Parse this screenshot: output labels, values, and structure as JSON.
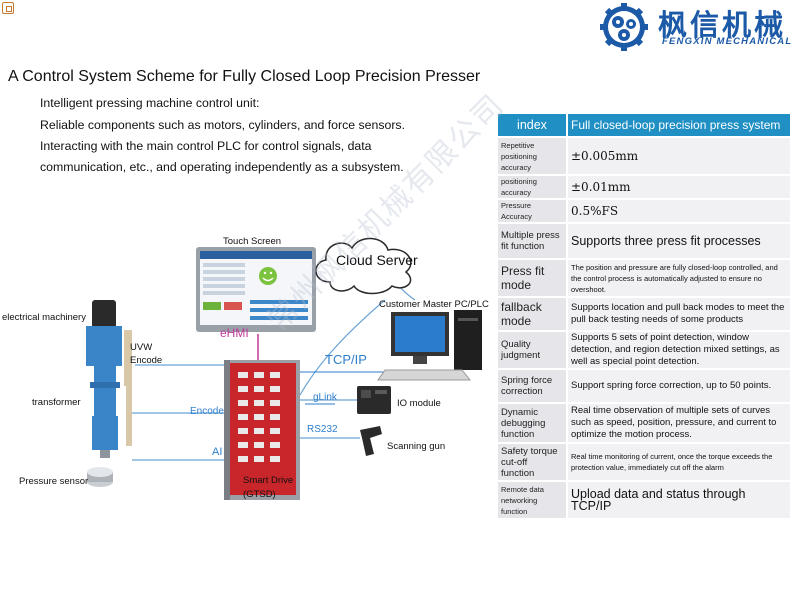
{
  "brand": {
    "name_cn": "枫信机械",
    "name_en": "FENGXIN MECHANICAL"
  },
  "title": "A Control System Scheme for Fully Closed Loop Precision Presser",
  "intro": [
    "Intelligent pressing machine control unit:",
    "Reliable components such as motors, cylinders, and force sensors.",
    "Interacting with the main control PLC for control signals, data",
    "communication, etc., and operating independently as a subsystem."
  ],
  "table": {
    "header": {
      "key": "index",
      "value": "Full closed-loop precision press system"
    },
    "rows": [
      {
        "key": "Repetitive positioning accuracy",
        "value": "±0.005mm"
      },
      {
        "key": "positioning accuracy",
        "value": "±0.01mm"
      },
      {
        "key": "Pressure Accuracy",
        "value": "0.5%FS"
      },
      {
        "key": "Multiple press fit function",
        "value": "Supports three press fit processes"
      },
      {
        "key": "Press fit mode",
        "value": "The position and pressure are fully closed-loop controlled, and the control process is automatically adjusted to ensure no overshoot."
      },
      {
        "key": "fallback mode",
        "value": "Supports location and pull back modes to meet the pull back testing needs of some products"
      },
      {
        "key": "Quality judgment",
        "value": "Supports 5 sets of point detection, window detection, and region detection mixed settings, as well as special point detection."
      },
      {
        "key": "Spring force correction",
        "value": "Support spring force correction, up to 50 points."
      },
      {
        "key": "Dynamic debugging function",
        "value": "Real time observation of multiple sets of curves such as speed, position, pressure, and current to optimize the motion process."
      },
      {
        "key": "Safety torque cut-off function",
        "value": "Real time monitoring of current, once the torque exceeds the protection value, immediately cut off the alarm"
      },
      {
        "key": "Remote data networking function",
        "value": "Upload data and status through TCP/IP"
      }
    ]
  },
  "diagram": {
    "touch_screen": "Touch Screen",
    "cloud_server": "Cloud Server",
    "customer_pc": "Customer Master PC/PLC",
    "ehmi": "eHMI",
    "tcp_ip": "TCP/IP",
    "glink": "gLink",
    "rs232": "RS232",
    "io_module": "IO module",
    "scanning_gun": "Scanning gun",
    "electrical_machinery": "electrical machinery",
    "uvw": "UVW",
    "encode_1": "Encode",
    "encode_2": "Encode",
    "ai": "AI",
    "transformer": "transformer",
    "pressure_sensor": "Pressure sensor",
    "smart_drive": "Smart Drive",
    "gtsd": "(GTSD)",
    "watermark": "常州枫信机械有限公司"
  },
  "colors": {
    "accent_blue": "#1f8fc4",
    "link_blue": "#2f7fcb",
    "brand_blue": "#1c5aa8",
    "ehmi_magenta": "#c0399b",
    "drive_red": "#c8262a"
  }
}
